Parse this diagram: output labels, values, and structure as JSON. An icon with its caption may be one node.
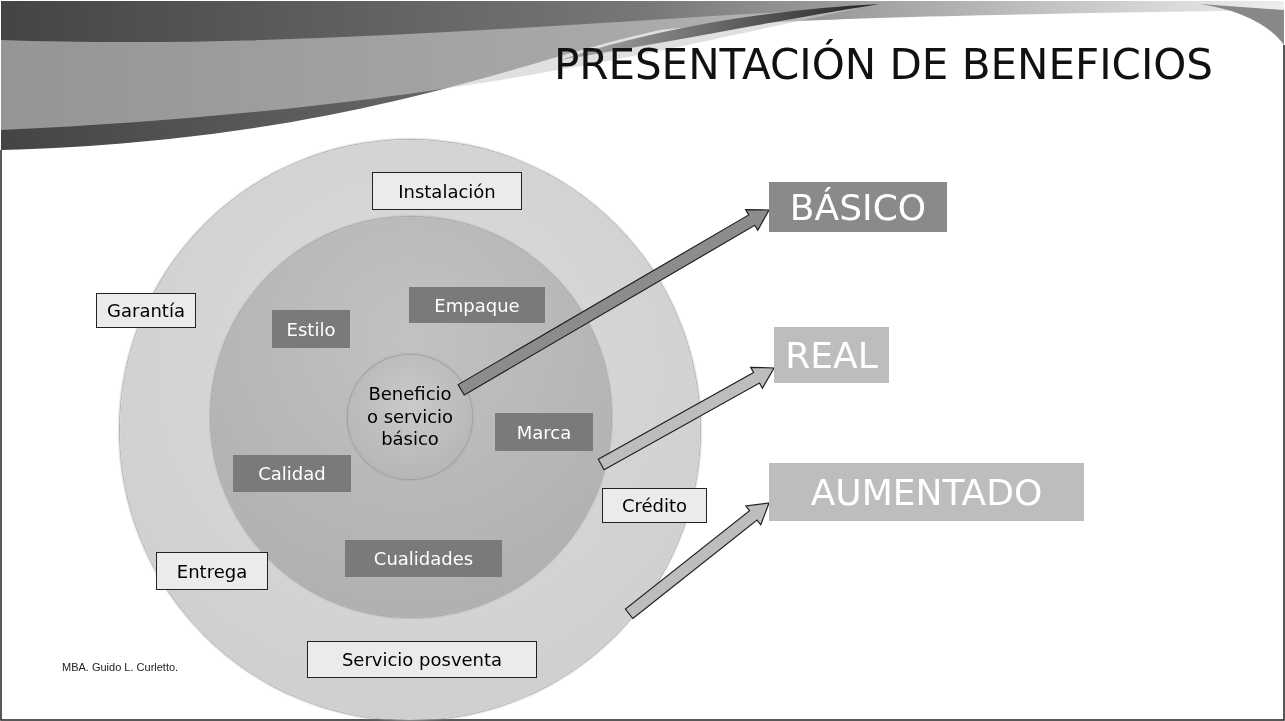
{
  "diagram": {
    "title": "PRESENTACIÓN DE BENEFICIOS",
    "nodes": [
      {
        "text": [],
        "shape": "circle"
      },
      {
        "text": [],
        "shape": "circle",
        "in": 0
      },
      {
        "text": [
          "Beneficio o servicio básico"
        ],
        "in": 1
      },
      {
        "text": [
          "Instalación"
        ],
        "in": 0
      },
      {
        "text": [
          "Garantía"
        ],
        "in": 0
      },
      {
        "text": [
          "Estilo"
        ],
        "in": 1
      },
      {
        "text": [
          "Empaque"
        ],
        "in": 1
      },
      {
        "text": [
          "Marca"
        ],
        "in": 1
      },
      {
        "text": [
          "Calidad"
        ],
        "in": 1
      },
      {
        "text": [
          "Crédito"
        ],
        "in": 0
      },
      {
        "text": [
          "Cualidades"
        ],
        "in": 1
      },
      {
        "text": [
          "Entrega"
        ],
        "in": 0
      },
      {
        "text": [
          "Servicio posventa"
        ],
        "in": 0
      },
      {
        "text": [
          "BÁSICO"
        ]
      },
      {
        "text": [
          "REAL"
        ]
      },
      {
        "text": [
          "AUMENTADO"
        ]
      }
    ],
    "edges": [
      {
        "from": 2,
        "to": 13,
        "arrow": "to",
        "style": "thick",
        "color": "#8c8c8c"
      },
      {
        "from": 1,
        "to": 14,
        "arrow": "to",
        "style": "thick"
      },
      {
        "from": 0,
        "to": 15,
        "arrow": "to",
        "style": "thick"
      }
    ],
    "labels": [
      "MBA. Guido L. Curletto."
    ]
  }
}
